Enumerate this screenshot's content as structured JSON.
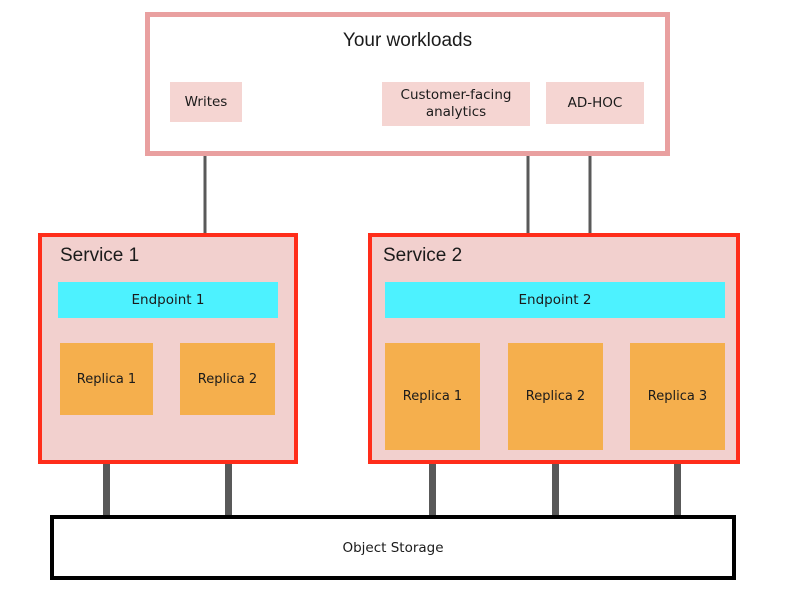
{
  "diagram": {
    "title": "Your workloads",
    "workloads": [
      {
        "id": "writes",
        "label": "Writes"
      },
      {
        "id": "cfa",
        "label": "Customer-facing analytics"
      },
      {
        "id": "adhoc",
        "label": "AD-HOC"
      }
    ],
    "services": [
      {
        "id": "service-1",
        "label": "Service 1",
        "endpoint": "Endpoint 1",
        "replicas": [
          "Replica 1",
          "Replica 2"
        ]
      },
      {
        "id": "service-2",
        "label": "Service 2",
        "endpoint": "Endpoint 2",
        "replicas": [
          "Replica 1",
          "Replica 2",
          "Replica 3"
        ]
      }
    ],
    "storage": {
      "label": "Object Storage"
    },
    "colors": {
      "workloads_border": "#e9a0a0",
      "workload_chip": "#f5d5d2",
      "service_border": "#ff2d1a",
      "service_fill": "#f2d0ce",
      "endpoint": "#4df2ff",
      "replica": "#f5af4d",
      "connector": "#595959",
      "storage_border": "#000000",
      "background": "#ffffff",
      "text": "#1b1b1b"
    }
  }
}
